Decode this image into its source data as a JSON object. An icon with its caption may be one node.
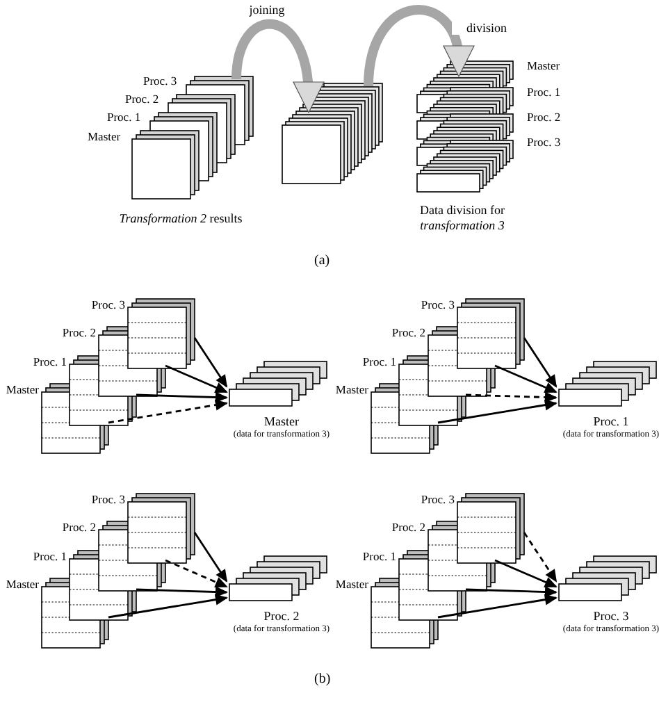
{
  "diagram": {
    "nodes": [
      {
        "text": [],
        "shape": "box",
        "beside": [
          "*Transformation 2* results"
        ]
      },
      {
        "text": [],
        "shape": "box"
      },
      {
        "text": [],
        "shape": "box",
        "beside": [
          "Data division for *transformation 3*"
        ]
      },
      {
        "text": [
          "Master"
        ]
      },
      {
        "text": [
          "Proc. 1"
        ]
      },
      {
        "text": [
          "Proc. 2"
        ]
      },
      {
        "text": [
          "Proc. 3"
        ]
      },
      {
        "text": [
          "Master",
          "(data for transformation 3)"
        ]
      },
      {
        "text": [
          "Master"
        ]
      },
      {
        "text": [
          "Proc. 1"
        ]
      },
      {
        "text": [
          "Proc. 2"
        ]
      },
      {
        "text": [
          "Proc. 3"
        ]
      },
      {
        "text": [
          "Proc. 1",
          "(data for transformation 3)"
        ]
      },
      {
        "text": [
          "Master"
        ]
      },
      {
        "text": [
          "Proc. 1"
        ]
      },
      {
        "text": [
          "Proc. 2"
        ]
      },
      {
        "text": [
          "Proc. 3"
        ]
      },
      {
        "text": [
          "Proc. 2",
          "(data for transformation 3)"
        ]
      },
      {
        "text": [
          "Master"
        ]
      },
      {
        "text": [
          "Proc. 1"
        ]
      },
      {
        "text": [
          "Proc. 2"
        ]
      },
      {
        "text": [
          "Proc. 3"
        ]
      },
      {
        "text": [
          "Proc. 3",
          "(data for transformation 3)"
        ]
      }
    ],
    "edges": [
      {
        "from": 0,
        "to": 1,
        "arrow": "to",
        "label": "joining",
        "style": "thick",
        "color": "#a6a6a6"
      },
      {
        "from": 1,
        "to": 2,
        "arrow": "to",
        "label": "division",
        "style": "thick",
        "color": "#a6a6a6"
      },
      {
        "from": 6,
        "to": 7,
        "arrow": "to"
      },
      {
        "from": 5,
        "to": 7,
        "arrow": "to"
      },
      {
        "from": 4,
        "to": 7,
        "arrow": "to"
      },
      {
        "from": 3,
        "to": 7,
        "arrow": "to",
        "style": "dashed"
      },
      {
        "from": 11,
        "to": 12,
        "arrow": "to"
      },
      {
        "from": 10,
        "to": 12,
        "arrow": "to"
      },
      {
        "from": 9,
        "to": 12,
        "arrow": "to",
        "style": "dashed"
      },
      {
        "from": 8,
        "to": 12,
        "arrow": "to"
      },
      {
        "from": 16,
        "to": 17,
        "arrow": "to"
      },
      {
        "from": 15,
        "to": 17,
        "arrow": "to",
        "style": "dashed"
      },
      {
        "from": 14,
        "to": 17,
        "arrow": "to"
      },
      {
        "from": 13,
        "to": 17,
        "arrow": "to"
      },
      {
        "from": 21,
        "to": 22,
        "arrow": "to",
        "style": "dashed"
      },
      {
        "from": 20,
        "to": 22,
        "arrow": "to"
      },
      {
        "from": 19,
        "to": 22,
        "arrow": "to"
      },
      {
        "from": 18,
        "to": 22,
        "arrow": "to"
      }
    ],
    "labels": [
      "Proc. 3",
      "Proc. 2",
      "Proc. 1",
      "Master",
      "Master",
      "Proc. 1",
      "Proc. 2",
      "Proc. 3",
      "(a)",
      "(b)"
    ]
  }
}
